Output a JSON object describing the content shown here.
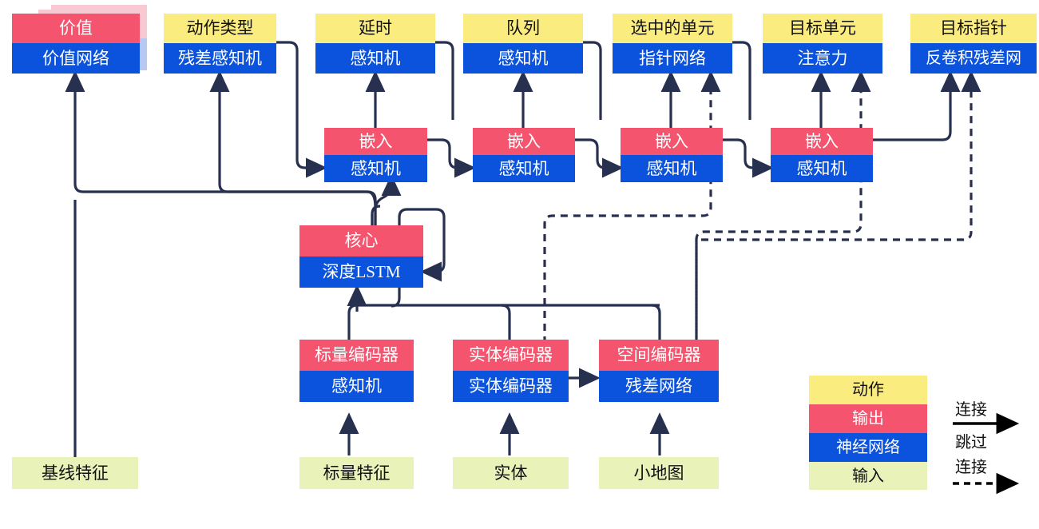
{
  "diagram": {
    "title": "AlphaStar-style agent architecture (Chinese labels)",
    "colors": {
      "action": "#FBEC80",
      "output": "#F5546F",
      "network": "#0B53DC",
      "input": "#E9F3B9",
      "wire": "#27304F",
      "legend_arrow": "#000000"
    },
    "nodes": [
      {
        "id": "value",
        "action": "价值",
        "network": "价值网络"
      },
      {
        "id": "action_type",
        "action": "动作类型",
        "network": "残差感知机"
      },
      {
        "id": "delay",
        "action": "延时",
        "network": "感知机"
      },
      {
        "id": "queued",
        "action": "队列",
        "network": "感知机"
      },
      {
        "id": "selected",
        "action": "选中的单元",
        "network": "指针网络"
      },
      {
        "id": "target_unit",
        "action": "目标单元",
        "network": "注意力"
      },
      {
        "id": "target_point",
        "action": "目标指针",
        "network": "反卷积残差网"
      }
    ],
    "embeddings": [
      {
        "id": "embed1",
        "output": "嵌入",
        "network": "感知机"
      },
      {
        "id": "embed2",
        "output": "嵌入",
        "network": "感知机"
      },
      {
        "id": "embed3",
        "output": "嵌入",
        "network": "感知机"
      },
      {
        "id": "embed4",
        "output": "嵌入",
        "network": "感知机"
      }
    ],
    "core": {
      "id": "core",
      "output": "核心",
      "network": "深度LSTM"
    },
    "encoders": [
      {
        "id": "scalar_encoder",
        "output": "标量编码器",
        "network": "感知机"
      },
      {
        "id": "entity_encoder",
        "output": "实体编码器",
        "network": "实体编码器"
      },
      {
        "id": "spatial_encoder",
        "output": "空间编码器",
        "network": "残差网络"
      }
    ],
    "inputs": [
      {
        "id": "baseline_features",
        "label": "基线特征"
      },
      {
        "id": "scalar_features",
        "label": "标量特征"
      },
      {
        "id": "entities",
        "label": "实体"
      },
      {
        "id": "minimap",
        "label": "小地图"
      }
    ],
    "legend": {
      "swatches": [
        {
          "id": "legend-action",
          "label": "动作"
        },
        {
          "id": "legend-output",
          "label": "输出"
        },
        {
          "id": "legend-network",
          "label": "神经网络"
        },
        {
          "id": "legend-input",
          "label": "输入"
        }
      ],
      "connection_label": "连接",
      "skip_label_line1": "跳过",
      "skip_label_line2": "连接"
    }
  }
}
